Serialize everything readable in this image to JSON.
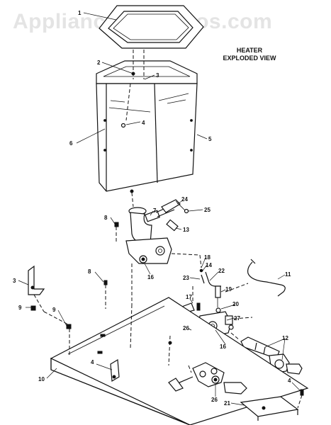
{
  "watermark": "AppliancePartsPros.com",
  "diagram": {
    "title_line1": "HEATER",
    "title_line2": "EXPLODED VIEW"
  },
  "callouts": [
    {
      "id": "c1",
      "text": "1"
    },
    {
      "id": "c2",
      "text": "2"
    },
    {
      "id": "c3a",
      "text": "3"
    },
    {
      "id": "c4a",
      "text": "4"
    },
    {
      "id": "c5",
      "text": "5"
    },
    {
      "id": "c6",
      "text": "6"
    },
    {
      "id": "c8a",
      "text": "8"
    },
    {
      "id": "c7",
      "text": "7"
    },
    {
      "id": "c24",
      "text": "24"
    },
    {
      "id": "c25",
      "text": "25"
    },
    {
      "id": "c13",
      "text": "13"
    },
    {
      "id": "c16a",
      "text": "16"
    },
    {
      "id": "c18",
      "text": "18"
    },
    {
      "id": "c14",
      "text": "14"
    },
    {
      "id": "c23",
      "text": "23"
    },
    {
      "id": "c22",
      "text": "22"
    },
    {
      "id": "c11",
      "text": "11"
    },
    {
      "id": "c8b",
      "text": "8"
    },
    {
      "id": "c3b",
      "text": "3"
    },
    {
      "id": "c9a",
      "text": "9"
    },
    {
      "id": "c9b",
      "text": "9"
    },
    {
      "id": "c17",
      "text": "17"
    },
    {
      "id": "c19",
      "text": "19"
    },
    {
      "id": "c20",
      "text": "20"
    },
    {
      "id": "c27",
      "text": "27"
    },
    {
      "id": "c26a",
      "text": "26"
    },
    {
      "id": "c16b",
      "text": "16"
    },
    {
      "id": "c12",
      "text": "12"
    },
    {
      "id": "c10",
      "text": "10"
    },
    {
      "id": "c4b",
      "text": "4"
    },
    {
      "id": "c26b",
      "text": "26"
    },
    {
      "id": "c4c",
      "text": "4"
    },
    {
      "id": "c21",
      "text": "21"
    }
  ]
}
